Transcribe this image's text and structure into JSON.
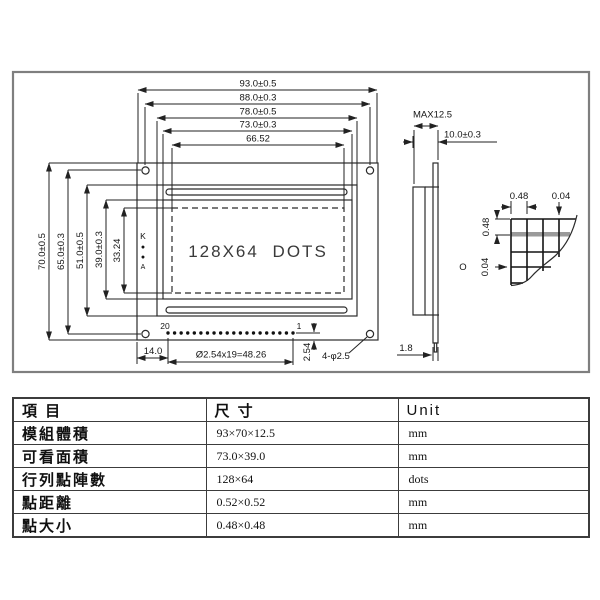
{
  "drawing": {
    "front": {
      "display_text": "128X64 DOTS",
      "top_dims": [
        "93.0±0.5",
        "88.0±0.3",
        "78.0±0.5",
        "73.0±0.3",
        "66.52"
      ],
      "left_dims": [
        "70.0±0.5",
        "65.0±0.3",
        "51.0±0.5",
        "39.0±0.3",
        "33.24"
      ],
      "pin_first_label": "20",
      "pin_last_label": "1",
      "pin_pitch_label": "Ø2.54x19=48.26",
      "left_offset_label": "14.0",
      "pin_row_offset_label": "2.54",
      "mounting_holes_label": "4-φ2.5",
      "backlight_marks": [
        "K",
        "●",
        "●",
        "A"
      ]
    },
    "side": {
      "max_thickness_label": "MAX12.5",
      "lcd_thickness_label": "10.0±0.3",
      "pcb_thickness_label": "1.8"
    },
    "detail": {
      "dot_width_label": "0.48",
      "gap_width_label": "0.04",
      "dot_height_label": "0.48",
      "gap_height_label": "0.04",
      "mark": "O"
    }
  },
  "table": {
    "headers": [
      "項 目",
      "尺 寸",
      "Unit"
    ],
    "rows": [
      [
        "模組體積",
        "93×70×12.5",
        "mm"
      ],
      [
        "可看面積",
        "73.0×39.0",
        "mm"
      ],
      [
        "行列點陣數",
        "128×64",
        "dots"
      ],
      [
        "點距離",
        "0.52×0.52",
        "mm"
      ],
      [
        "點大小",
        "0.48×0.48",
        "mm"
      ]
    ]
  },
  "colors": {
    "line": "#2b2b2b",
    "frame_border": "#7f7f7f",
    "table_border": "#3c3c3c",
    "grid_highlight": "#9a9a9a",
    "background": "#ffffff"
  }
}
